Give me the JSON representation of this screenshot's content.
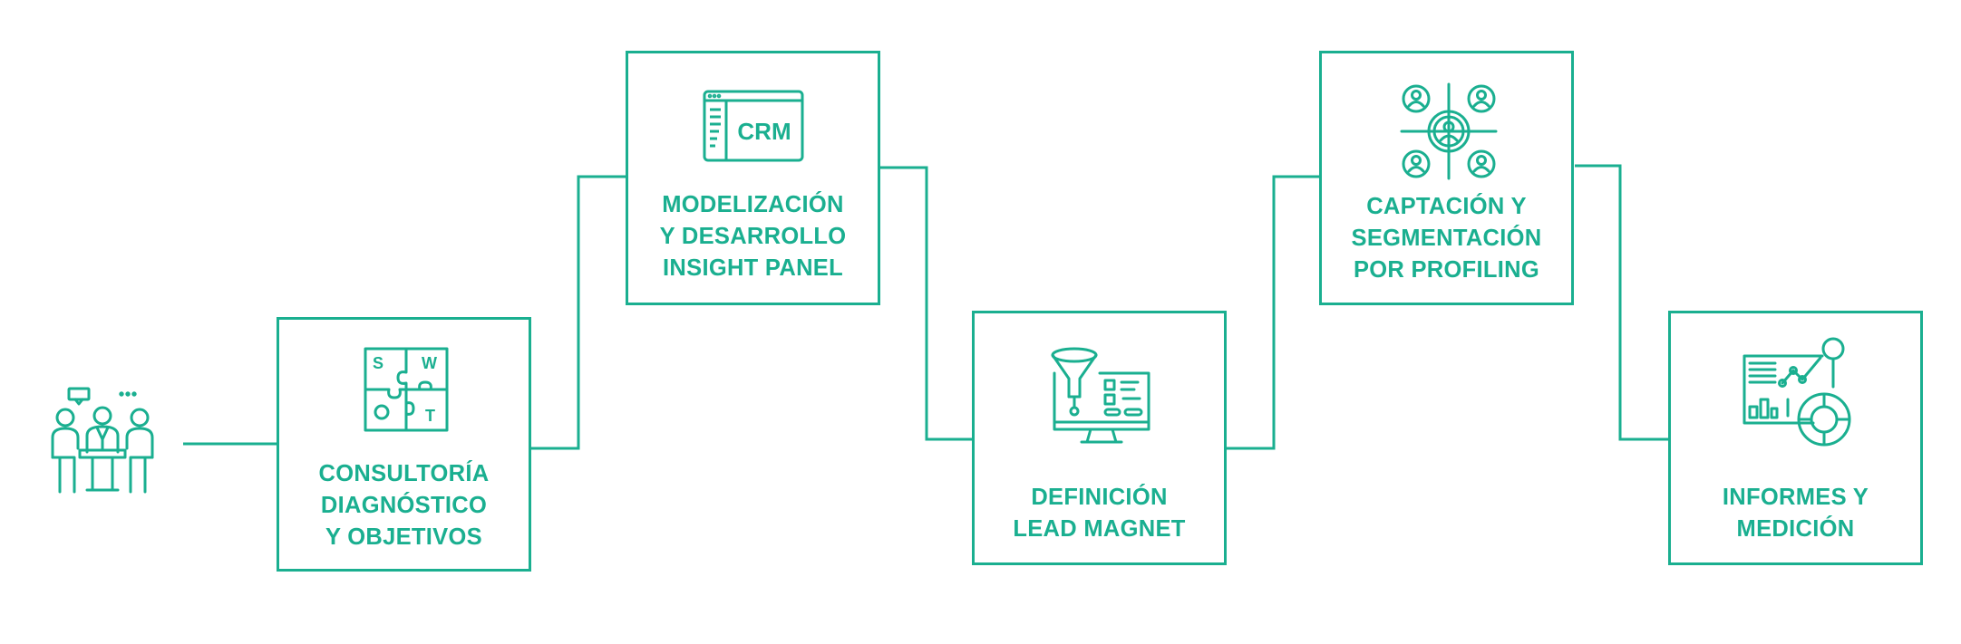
{
  "accent_color": "#1aaf90",
  "start_icon": "meeting-people-icon",
  "steps": [
    {
      "icon": "swot-puzzle-icon",
      "lines": [
        "CONSULTORÍA",
        "DIAGNÓSTICO",
        "Y OBJETIVOS"
      ],
      "icon_letters": [
        "S",
        "W",
        "O",
        "T"
      ]
    },
    {
      "icon": "crm-window-icon",
      "lines": [
        "MODELIZACIÓN",
        "Y DESARROLLO",
        "INSIGHT PANEL"
      ],
      "icon_text": "CRM"
    },
    {
      "icon": "funnel-monitor-icon",
      "lines": [
        "DEFINICIÓN",
        "LEAD MAGNET"
      ]
    },
    {
      "icon": "user-target-icon",
      "lines": [
        "CAPTACIÓN Y",
        "SEGMENTACIÓN",
        "POR PROFILING"
      ]
    },
    {
      "icon": "report-analytics-icon",
      "lines": [
        "INFORMES Y",
        "MEDICIÓN"
      ]
    }
  ]
}
